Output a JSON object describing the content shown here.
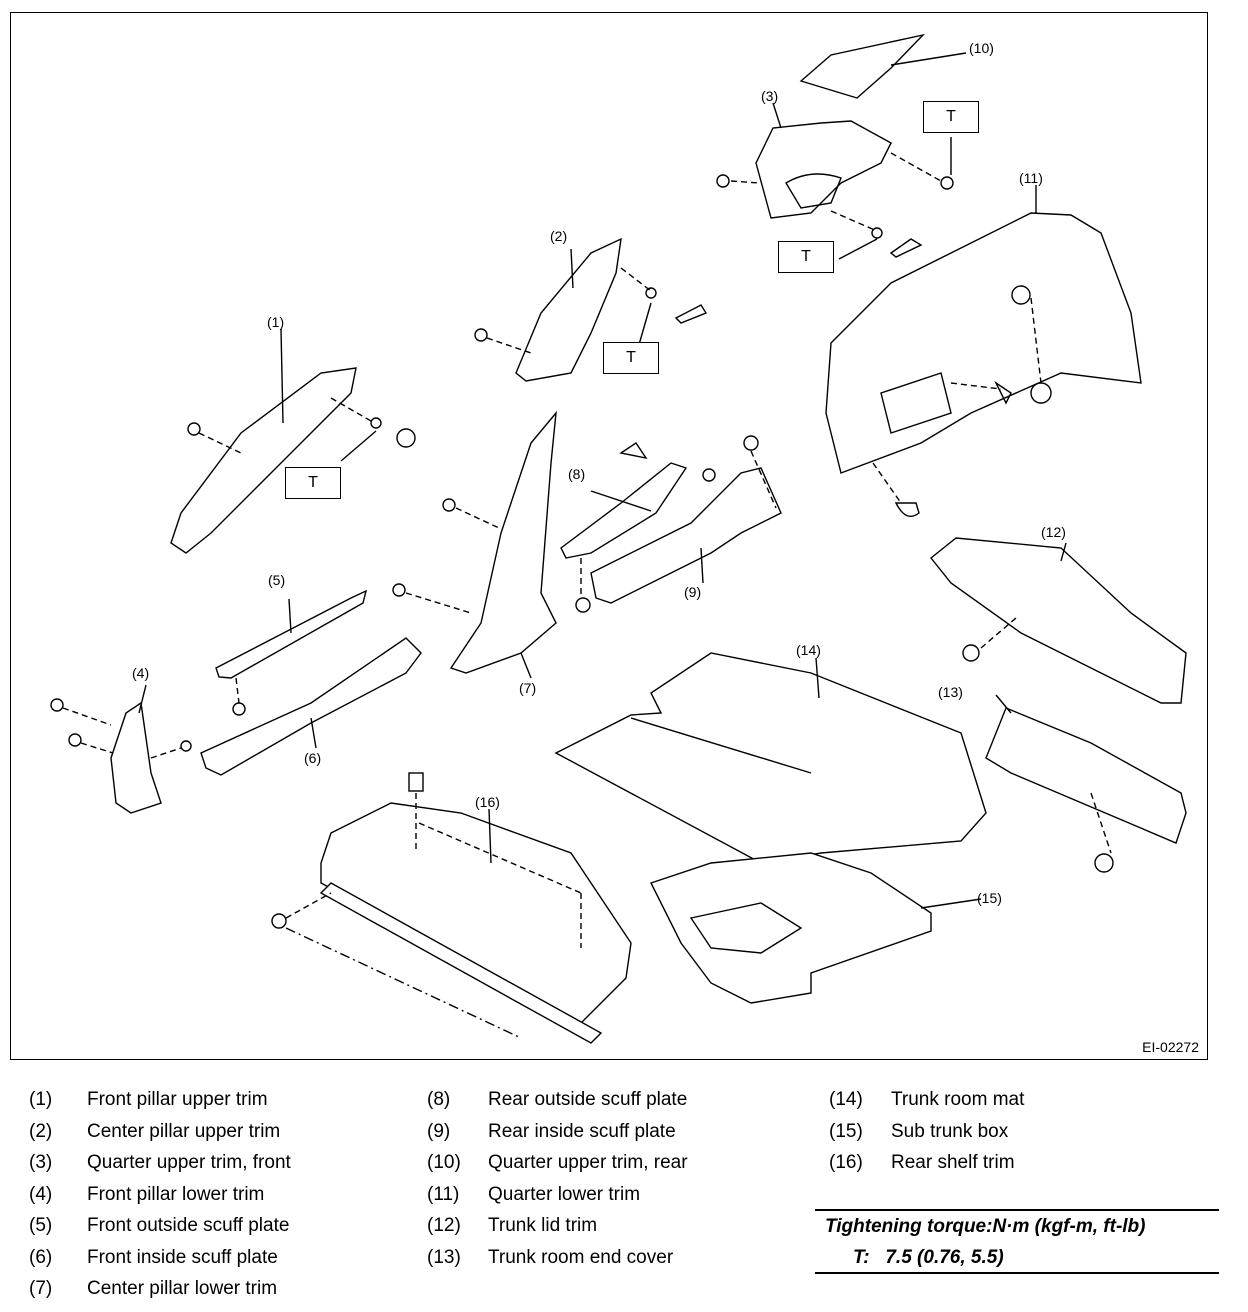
{
  "figure": {
    "id": "EI-02272",
    "callouts": [
      "(1)",
      "(2)",
      "(3)",
      "(4)",
      "(5)",
      "(6)",
      "(7)",
      "(8)",
      "(9)",
      "(10)",
      "(11)",
      "(12)",
      "(13)",
      "(14)",
      "(15)",
      "(16)"
    ],
    "torque_marker": "T"
  },
  "legend": [
    {
      "num": "(1)",
      "label": "Front pillar upper trim"
    },
    {
      "num": "(2)",
      "label": "Center pillar upper trim"
    },
    {
      "num": "(3)",
      "label": "Quarter upper trim, front"
    },
    {
      "num": "(4)",
      "label": "Front pillar lower trim"
    },
    {
      "num": "(5)",
      "label": "Front outside scuff plate"
    },
    {
      "num": "(6)",
      "label": "Front inside scuff plate"
    },
    {
      "num": "(7)",
      "label": "Center pillar lower trim"
    },
    {
      "num": "(8)",
      "label": "Rear outside scuff plate"
    },
    {
      "num": "(9)",
      "label": "Rear inside scuff plate"
    },
    {
      "num": "(10)",
      "label": "Quarter upper trim, rear"
    },
    {
      "num": "(11)",
      "label": "Quarter lower trim"
    },
    {
      "num": "(12)",
      "label": "Trunk lid trim"
    },
    {
      "num": "(13)",
      "label": "Trunk room end cover"
    },
    {
      "num": "(14)",
      "label": "Trunk room mat"
    },
    {
      "num": "(15)",
      "label": "Sub trunk box"
    },
    {
      "num": "(16)",
      "label": "Rear shelf trim"
    }
  ],
  "torque": {
    "title": "Tightening torque:N·m (kgf-m, ft-lb)",
    "value": "T:   7.5 (0.76, 5.5)"
  }
}
